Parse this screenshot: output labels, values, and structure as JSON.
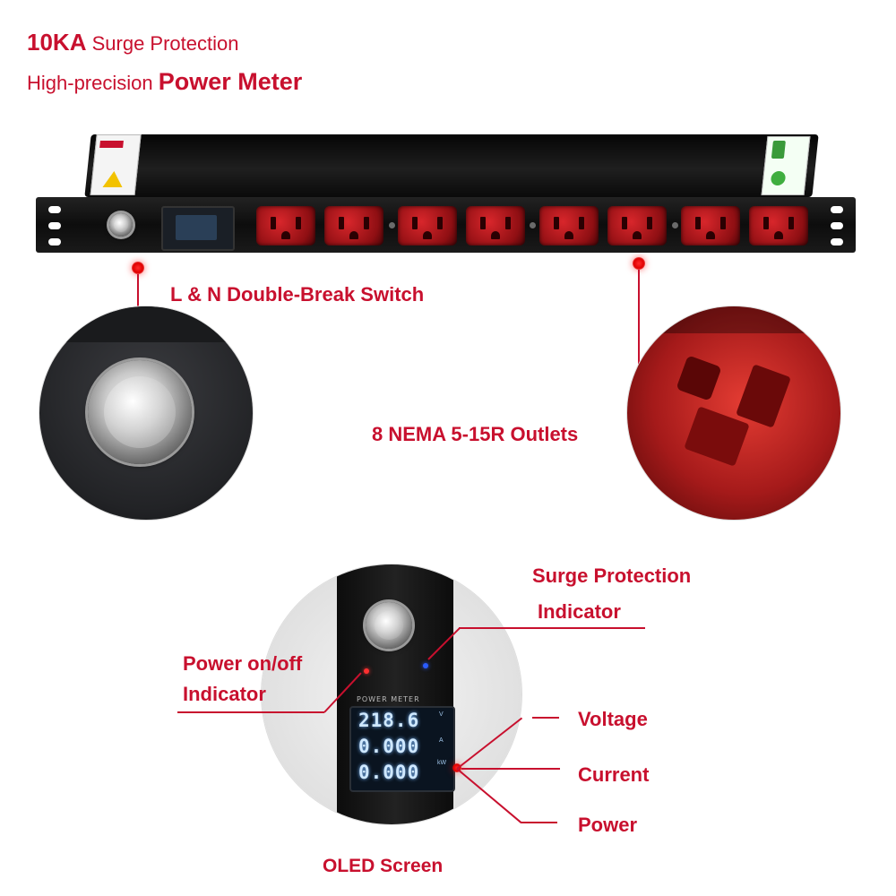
{
  "header": {
    "line1_strong": "10KA",
    "line1_rest": " Surge Protection",
    "line2_rest": "High-precision ",
    "line2_strong": "Power Meter"
  },
  "callouts": {
    "switch": "L & N Double-Break Switch",
    "outlets": "8 NEMA 5-15R Outlets",
    "surge_line1": "Surge Protection",
    "surge_line2": "Indicator",
    "power_line1": "Power on/off",
    "power_line2": "Indicator",
    "voltage": "Voltage",
    "current": "Current",
    "power": "Power",
    "oled": "OLED Screen"
  },
  "meter": {
    "title": "POWER METER",
    "voltage_value": "218.6",
    "current_value": "0.000",
    "power_value": "0.000",
    "unit_v": "V",
    "unit_a": "A",
    "unit_kw": "kW"
  },
  "colors": {
    "accent": "#c8102e",
    "outlet": "#d8262b",
    "chassis": "#111111"
  },
  "icons": [
    "callout-dot-icon",
    "power-button-icon",
    "nema-outlet-icon",
    "mounting-hole-icon"
  ]
}
